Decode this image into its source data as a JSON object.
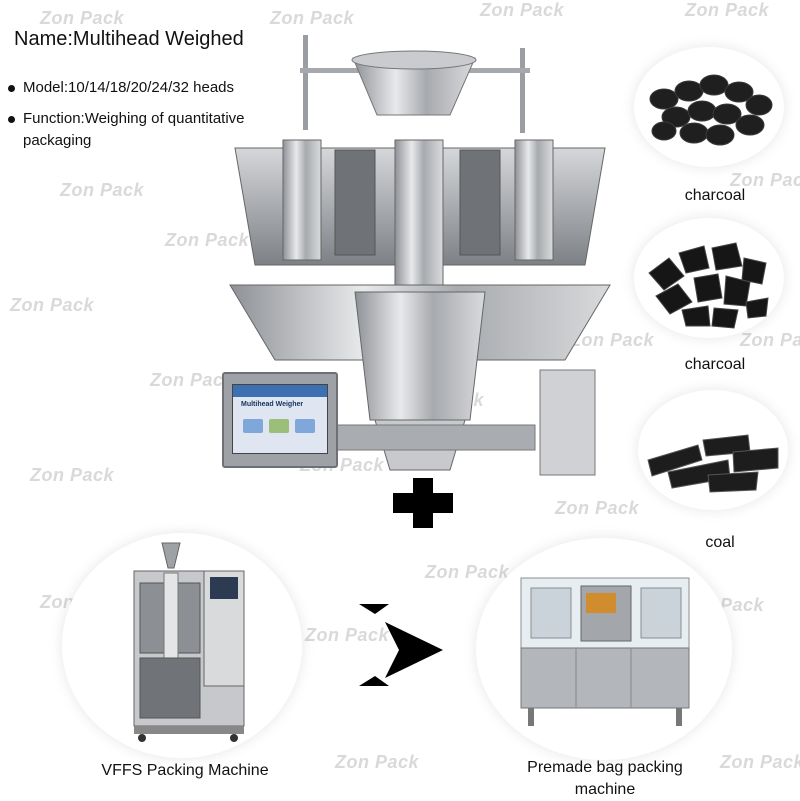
{
  "title": "Name:Multihead Weighed",
  "bullets": [
    "Model:10/14/18/20/24/32 heads",
    "Function:Weighing of quantitative packaging"
  ],
  "products": [
    "charcoal",
    "charcoal",
    "coal"
  ],
  "machines": {
    "vffs": "VFFS Packing Machine",
    "premade": "Premade bag packing machine"
  },
  "hmi_title": "Multihead Weigher",
  "watermark": "Zon Pack",
  "colors": {
    "steel": "#b9bcc0",
    "dark": "#111111",
    "watermark": "#d9d9d9"
  }
}
